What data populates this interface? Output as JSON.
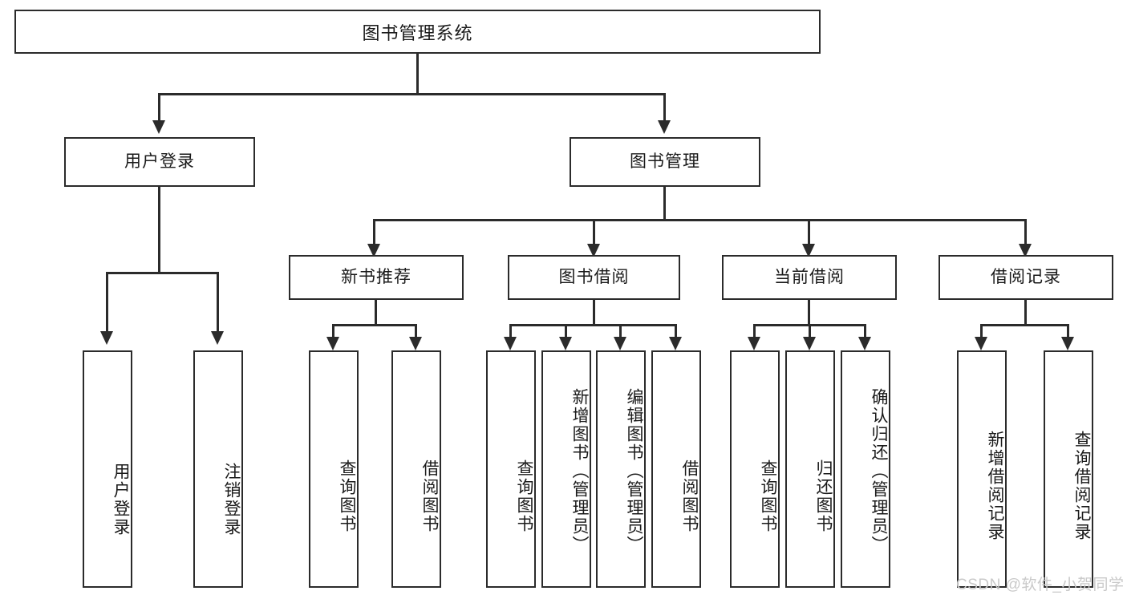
{
  "diagram": {
    "type": "tree-hierarchy-chart",
    "root": {
      "label": "图书管理系统"
    },
    "level1": [
      {
        "label": "用户登录"
      },
      {
        "label": "图书管理"
      }
    ],
    "level2": [
      {
        "label": "新书推荐"
      },
      {
        "label": "图书借阅"
      },
      {
        "label": "当前借阅"
      },
      {
        "label": "借阅记录"
      }
    ],
    "leaves": {
      "user_login": [
        {
          "label": "用户登录"
        },
        {
          "label": "注销登录"
        }
      ],
      "new_book_recommend": [
        {
          "label": "查询图书"
        },
        {
          "label": "借阅图书"
        }
      ],
      "book_borrow": [
        {
          "label": "查询图书"
        },
        {
          "label": "新增图书（管理员）"
        },
        {
          "label": "编辑图书（管理员）"
        },
        {
          "label": "借阅图书"
        }
      ],
      "current_borrow": [
        {
          "label": "查询图书"
        },
        {
          "label": "归还图书"
        },
        {
          "label": "确认归还（管理员）"
        }
      ],
      "borrow_record": [
        {
          "label": "新增借阅记录"
        },
        {
          "label": "查询借阅记录"
        }
      ]
    }
  },
  "watermark": {
    "text": "CSDN @软件_小贺同学"
  },
  "colors": {
    "stroke": "#2b2b2b",
    "fill": "#ffffff",
    "text": "#1a1a1a",
    "watermark": "#c9c9c9"
  }
}
